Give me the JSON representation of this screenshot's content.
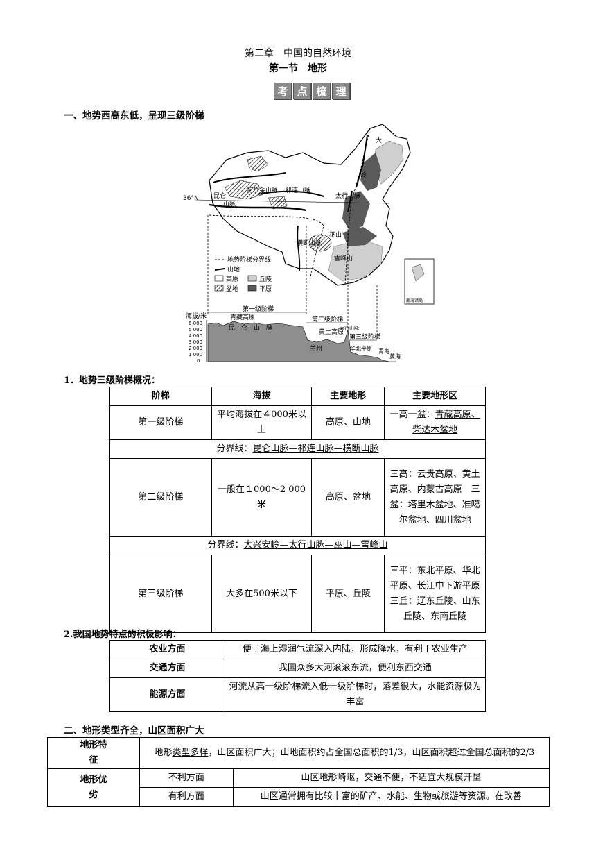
{
  "header": {
    "chapter": "第二章　中国的自然环境",
    "section": "第一节　地形",
    "badge": [
      "考",
      "点",
      "梳",
      "理"
    ]
  },
  "part1": {
    "heading": "一、地势西高东低，呈现三级阶梯"
  },
  "figure": {
    "map_labels": {
      "da": "大",
      "ling": "岭",
      "altun": "阿尔金山脉",
      "qilian": "祁连山脉",
      "kunlun": "山脉",
      "kun_short": "昆仑",
      "taihang": "太行山脉",
      "wu": "巫山",
      "hengduan": "横断山脉",
      "xuefeng": "雪峰山",
      "lat": "36°N",
      "boundary": "地势阶梯分界线",
      "south_sea": "南海诸岛"
    },
    "legend": [
      {
        "label": "山地"
      },
      {
        "label": "高原"
      },
      {
        "label": "丘陵"
      },
      {
        "label": "盆地"
      },
      {
        "label": "平原"
      }
    ],
    "profile": {
      "ylabel": "海拔/米",
      "yticks": [
        "6 000",
        "5 000",
        "4 000",
        "3 000",
        "2 000",
        "1 000",
        "0"
      ],
      "step1": "第一级阶梯",
      "step2": "第二级阶梯",
      "step3": "第三级阶梯",
      "qinghai_tibet": "青藏高原",
      "kunlun_mtn": "昆　仑　山　脉",
      "loess": "黄土高原",
      "taihang": "太行山脉",
      "lanzhou": "兰州",
      "huabei": "华北平原",
      "qingdao": "青岛",
      "yellow_sea": "黄海"
    }
  },
  "table1": {
    "title": "1．地势三级阶梯概况：",
    "headers": [
      "阶梯",
      "海拔",
      "主要地形",
      "主要地形区"
    ],
    "rows": [
      {
        "step": "第一级阶梯",
        "elev": "平均海拔在４000米以上",
        "terrain": "高原、山地",
        "regions_plain": "一高一盆：",
        "regions_u": "青藏高原、柴达木盆地"
      },
      {
        "step": "第二级阶梯",
        "elev": "一般在１000～2 000米",
        "terrain": "高原、盆地",
        "regions": "三高：云贵高原、黄土高原、内蒙古高原　三盆：塔里木盆地、准噶尔盆地、四川盆地"
      },
      {
        "step": "第三级阶梯",
        "elev": "大多在500米以下",
        "terrain": "平原、丘陵",
        "regions": "三平：东北平原、华北平原、长江中下游平原　三丘：辽东丘陵、山东丘陵、东南丘陵"
      }
    ],
    "divider1_label": "分界线：",
    "divider1_value": "昆仑山脉—祁连山脉—横断山脉",
    "divider2_label": "分界线：",
    "divider2_value": "大兴安岭—太行山脉—巫山—雪峰山"
  },
  "table2": {
    "title": "2.我国地势特点的积极影响：",
    "rows": [
      {
        "aspect": "农业方面",
        "effect": "便于海上湿润气流深入内陆，形成降水，有利于农业生产"
      },
      {
        "aspect": "交通方面",
        "effect": "我国众多大河滚滚东流，便利东西交通"
      },
      {
        "aspect": "能源方面",
        "effect": "河流从高一级阶梯流入低一级阶梯时，落差很大，水能资源极为丰富"
      }
    ]
  },
  "part2": {
    "heading": "二、地形类型齐全，山区面积广大",
    "feature_label": "地形特征",
    "feature_pre": "地形",
    "feature_u": "类型多样",
    "feature_post": "，山区面积广大；山地面积约占全国总面积的1/3，山区面积超过全国总面积的2/3",
    "merit_label": "地形优劣",
    "neg_label": "不利方面",
    "neg_text": "山区地形崎岖，交通不便，不适宜大规模开垦",
    "pos_label": "有利方面",
    "pos_pre": "山区通常拥有比较丰富的",
    "pos_u1": "矿产",
    "pos_s1": "、",
    "pos_u2": "水能",
    "pos_s2": "、",
    "pos_u3": "生物",
    "pos_s3": "或",
    "pos_u4": "旅游",
    "pos_post": "等资源。在改善"
  }
}
